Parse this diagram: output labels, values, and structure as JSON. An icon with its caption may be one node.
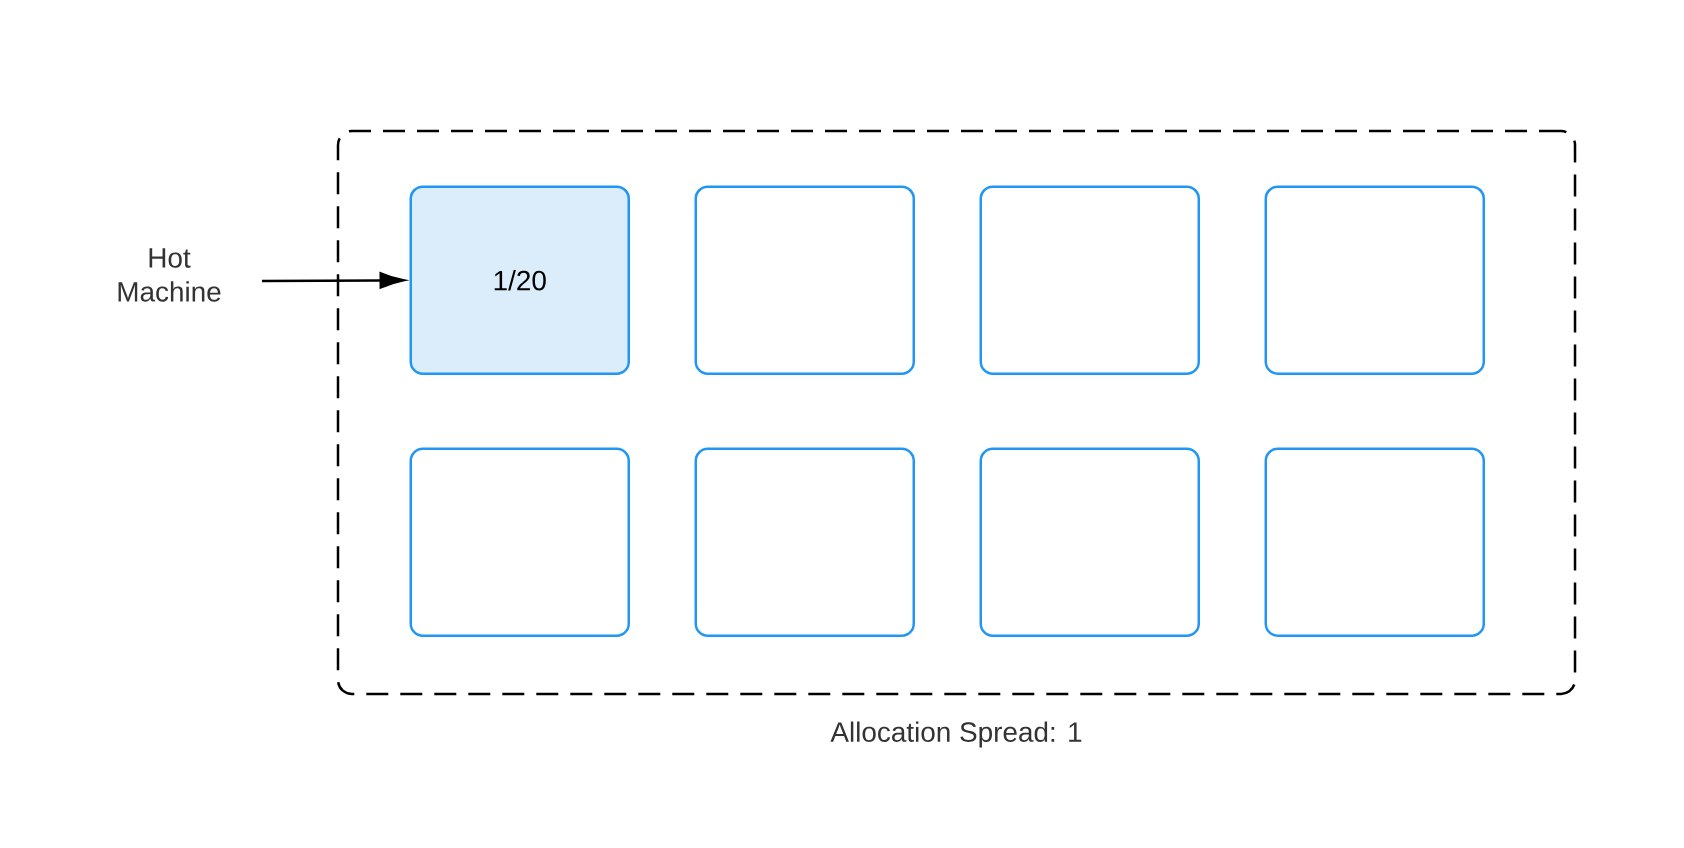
{
  "diagram": {
    "nodes": [
      {
        "text": [
          "Allocation Spread: 1"
        ]
      },
      {
        "text": [
          "Hot Machine"
        ]
      },
      {
        "text": [
          "1/20"
        ],
        "in": 0
      },
      {
        "text": [],
        "shape": "box",
        "in": 0
      },
      {
        "text": [],
        "shape": "box",
        "in": 0
      },
      {
        "text": [],
        "shape": "box",
        "in": 0
      },
      {
        "text": [],
        "shape": "box",
        "in": 0
      },
      {
        "text": [],
        "shape": "box",
        "in": 0
      },
      {
        "text": [],
        "shape": "box",
        "in": 0
      },
      {
        "text": [],
        "shape": "box",
        "in": 0
      }
    ],
    "edges": [
      {
        "from": 1,
        "to": 2,
        "arrow": "to"
      }
    ]
  }
}
